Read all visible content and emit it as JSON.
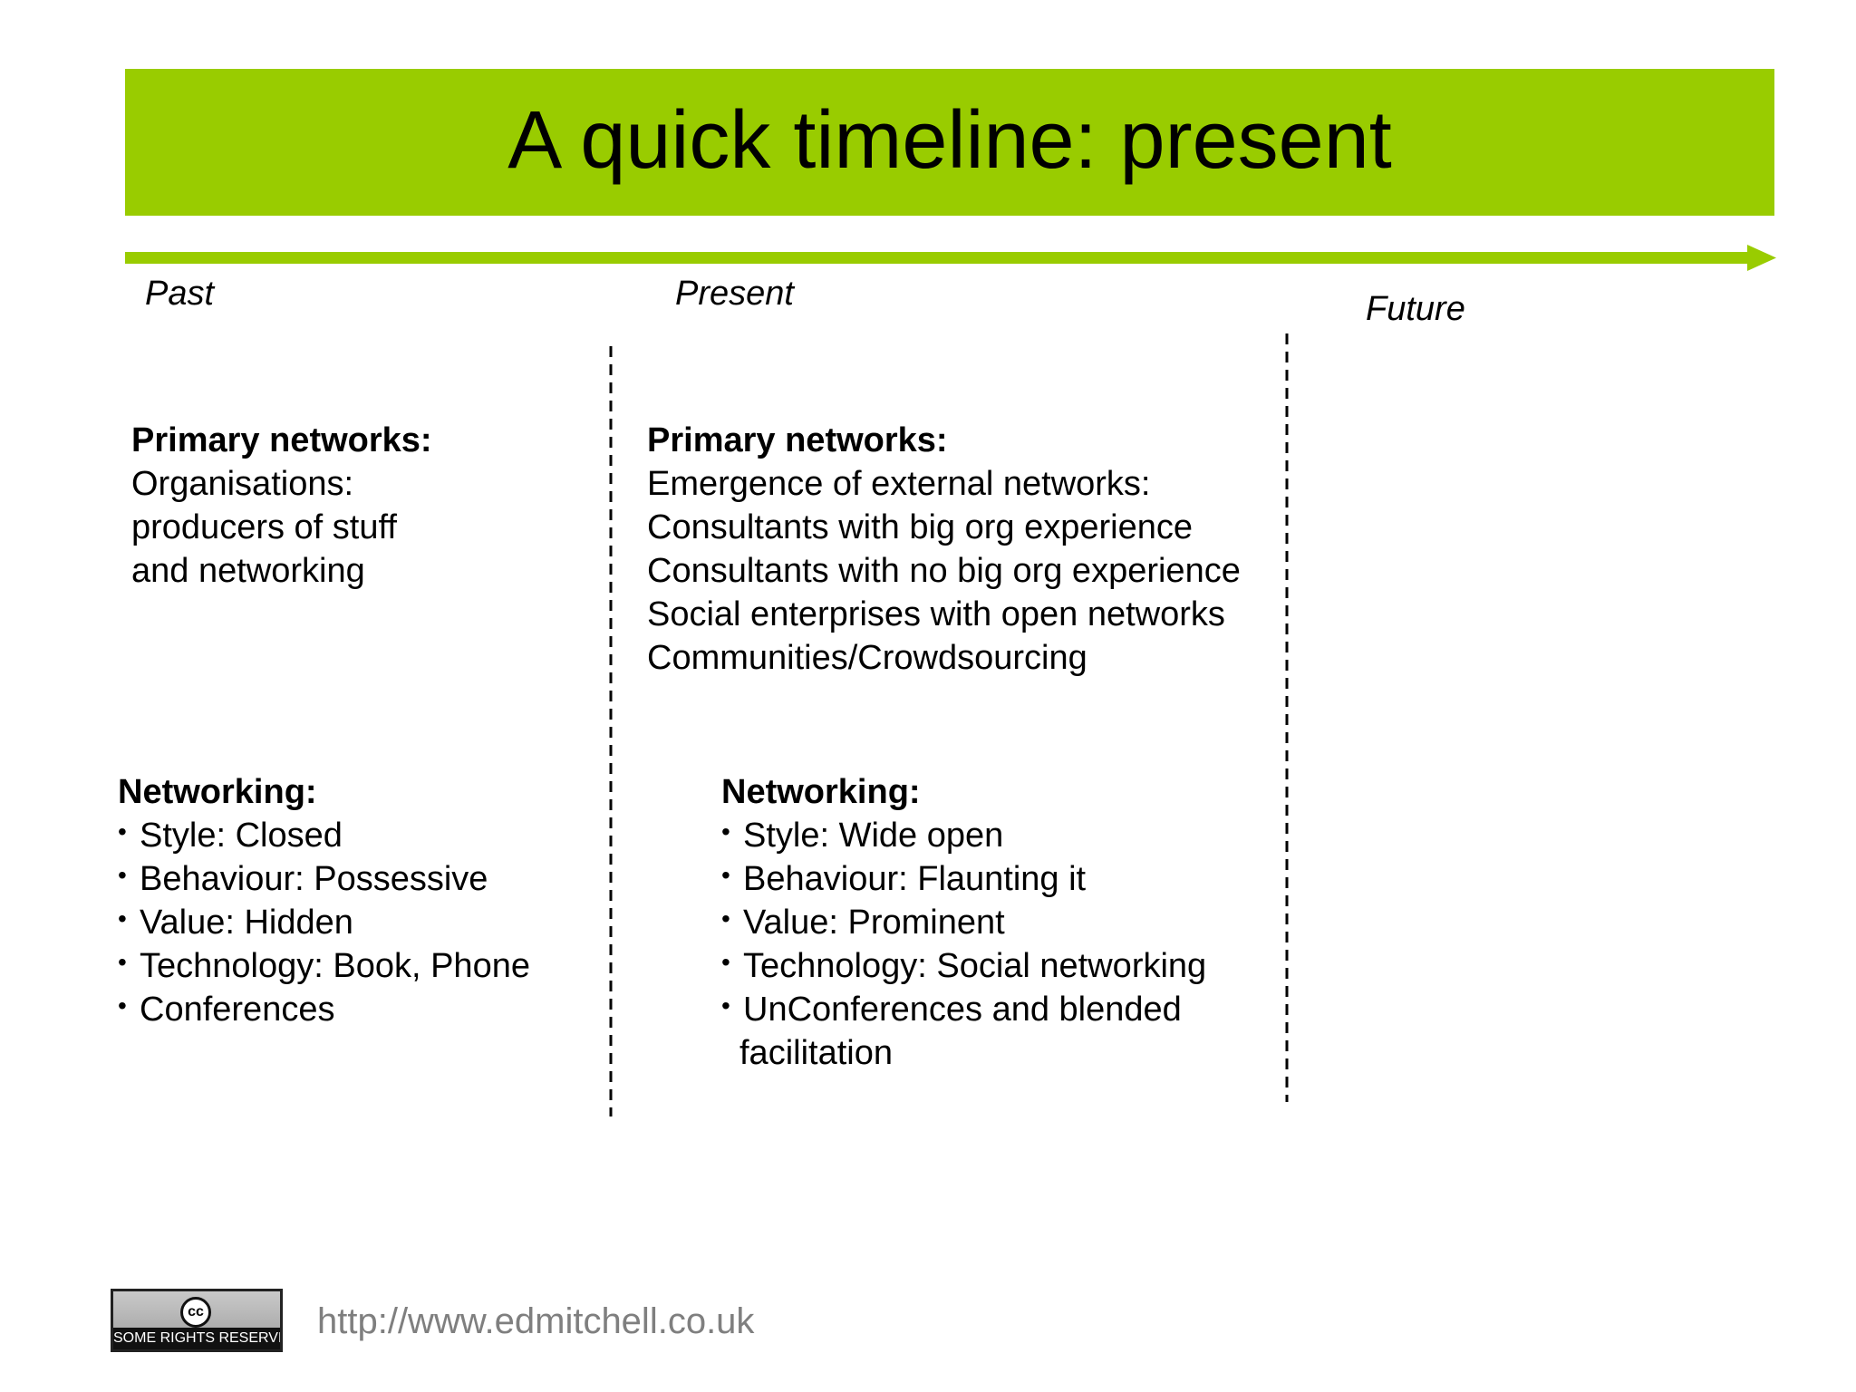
{
  "slide": {
    "title": "A quick timeline: present",
    "accent_color": "#99cc00",
    "timeline": {
      "past": "Past",
      "present": "Present",
      "future": "Future"
    },
    "past_primary": {
      "heading": "Primary networks:",
      "lines": [
        "Organisations:",
        "producers of stuff",
        "and networking"
      ]
    },
    "present_primary": {
      "heading": "Primary networks:",
      "lines": [
        "Emergence of external networks:",
        "Consultants with big org experience",
        "Consultants with no big org experience",
        "Social enterprises with open networks",
        "Communities/Crowdsourcing"
      ]
    },
    "past_networking": {
      "heading": "Networking:",
      "items": [
        "Style: Closed",
        "Behaviour: Possessive",
        "Value: Hidden",
        "Technology: Book, Phone",
        "Conferences"
      ]
    },
    "present_networking": {
      "heading": "Networking:",
      "items": [
        "Style: Wide open",
        "Behaviour: Flaunting it",
        "Value: Prominent",
        "Technology: Social networking",
        "UnConferences and blended",
        "facilitation"
      ]
    },
    "footer": {
      "license_badge_text": "SOME RIGHTS RESERVED",
      "license_icon": "cc",
      "url": "http://www.edmitchell.co.uk"
    }
  }
}
